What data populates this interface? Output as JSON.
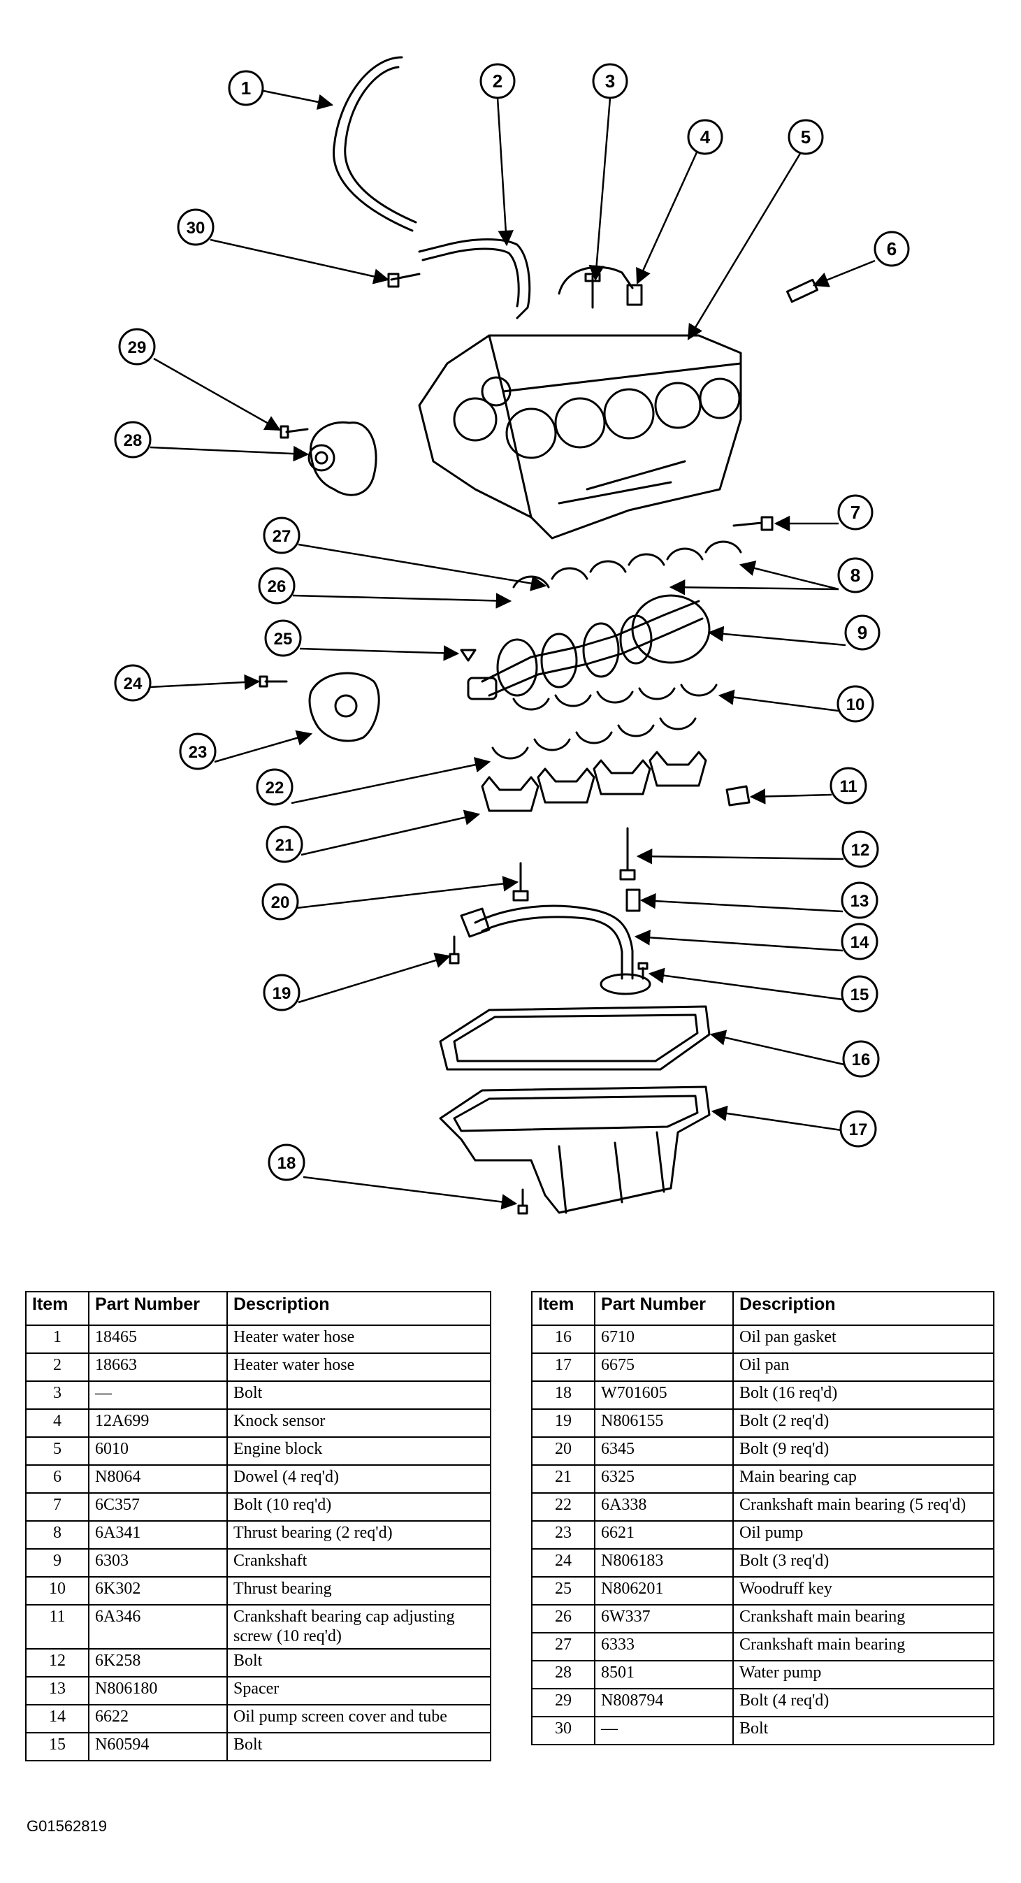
{
  "callouts": [
    "1",
    "2",
    "3",
    "4",
    "5",
    "6",
    "7",
    "8",
    "9",
    "10",
    "11",
    "12",
    "13",
    "14",
    "15",
    "16",
    "17",
    "18",
    "19",
    "20",
    "21",
    "22",
    "23",
    "24",
    "25",
    "26",
    "27",
    "28",
    "29",
    "30"
  ],
  "table": {
    "headers": {
      "item": "Item",
      "part_number": "Part Number",
      "description": "Description"
    },
    "left_rows": [
      {
        "item": "1",
        "part": "18465",
        "desc": "Heater water hose"
      },
      {
        "item": "2",
        "part": "18663",
        "desc": "Heater water hose"
      },
      {
        "item": "3",
        "part": "—",
        "desc": "Bolt"
      },
      {
        "item": "4",
        "part": "12A699",
        "desc": "Knock sensor"
      },
      {
        "item": "5",
        "part": "6010",
        "desc": "Engine block"
      },
      {
        "item": "6",
        "part": "N8064",
        "desc": "Dowel (4 req'd)"
      },
      {
        "item": "7",
        "part": "6C357",
        "desc": "Bolt (10 req'd)"
      },
      {
        "item": "8",
        "part": "6A341",
        "desc": "Thrust bearing (2 req'd)"
      },
      {
        "item": "9",
        "part": "6303",
        "desc": "Crankshaft"
      },
      {
        "item": "10",
        "part": "6K302",
        "desc": "Thrust bearing"
      },
      {
        "item": "11",
        "part": "6A346",
        "desc": "Crankshaft bearing cap adjusting screw (10 req'd)"
      },
      {
        "item": "12",
        "part": "6K258",
        "desc": "Bolt"
      },
      {
        "item": "13",
        "part": "N806180",
        "desc": "Spacer"
      },
      {
        "item": "14",
        "part": "6622",
        "desc": "Oil pump screen cover and tube"
      },
      {
        "item": "15",
        "part": "N60594",
        "desc": "Bolt"
      }
    ],
    "right_rows": [
      {
        "item": "16",
        "part": "6710",
        "desc": "Oil pan gasket"
      },
      {
        "item": "17",
        "part": "6675",
        "desc": "Oil pan"
      },
      {
        "item": "18",
        "part": "W701605",
        "desc": "Bolt (16 req'd)"
      },
      {
        "item": "19",
        "part": "N806155",
        "desc": "Bolt (2 req'd)"
      },
      {
        "item": "20",
        "part": "6345",
        "desc": "Bolt (9 req'd)"
      },
      {
        "item": "21",
        "part": "6325",
        "desc": "Main bearing cap"
      },
      {
        "item": "22",
        "part": "6A338",
        "desc": "Crankshaft main bearing (5 req'd)"
      },
      {
        "item": "23",
        "part": "6621",
        "desc": "Oil pump"
      },
      {
        "item": "24",
        "part": "N806183",
        "desc": "Bolt (3 req'd)"
      },
      {
        "item": "25",
        "part": "N806201",
        "desc": "Woodruff key"
      },
      {
        "item": "26",
        "part": "6W337",
        "desc": "Crankshaft main bearing"
      },
      {
        "item": "27",
        "part": "6333",
        "desc": "Crankshaft main bearing"
      },
      {
        "item": "28",
        "part": "8501",
        "desc": "Water pump"
      },
      {
        "item": "29",
        "part": "N808794",
        "desc": "Bolt (4 req'd)"
      },
      {
        "item": "30",
        "part": "—",
        "desc": "Bolt"
      }
    ]
  },
  "figure_code": "G01562819"
}
